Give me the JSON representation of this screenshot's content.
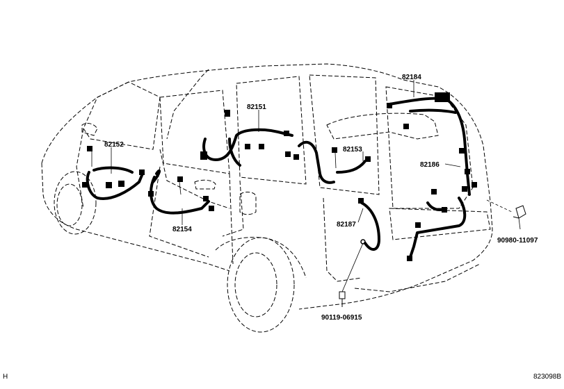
{
  "parts": [
    {
      "id": "82184",
      "label": "82184"
    },
    {
      "id": "82151",
      "label": "82151"
    },
    {
      "id": "82152",
      "label": "82152"
    },
    {
      "id": "82153",
      "label": "82153"
    },
    {
      "id": "82186",
      "label": "82186"
    },
    {
      "id": "82154",
      "label": "82154"
    },
    {
      "id": "82187",
      "label": "82187"
    },
    {
      "id": "90980-11097",
      "label": "90980-11097"
    },
    {
      "id": "90119-06915",
      "label": "90119-06915"
    }
  ],
  "corner_left": "H",
  "diagram_code": "823098B"
}
